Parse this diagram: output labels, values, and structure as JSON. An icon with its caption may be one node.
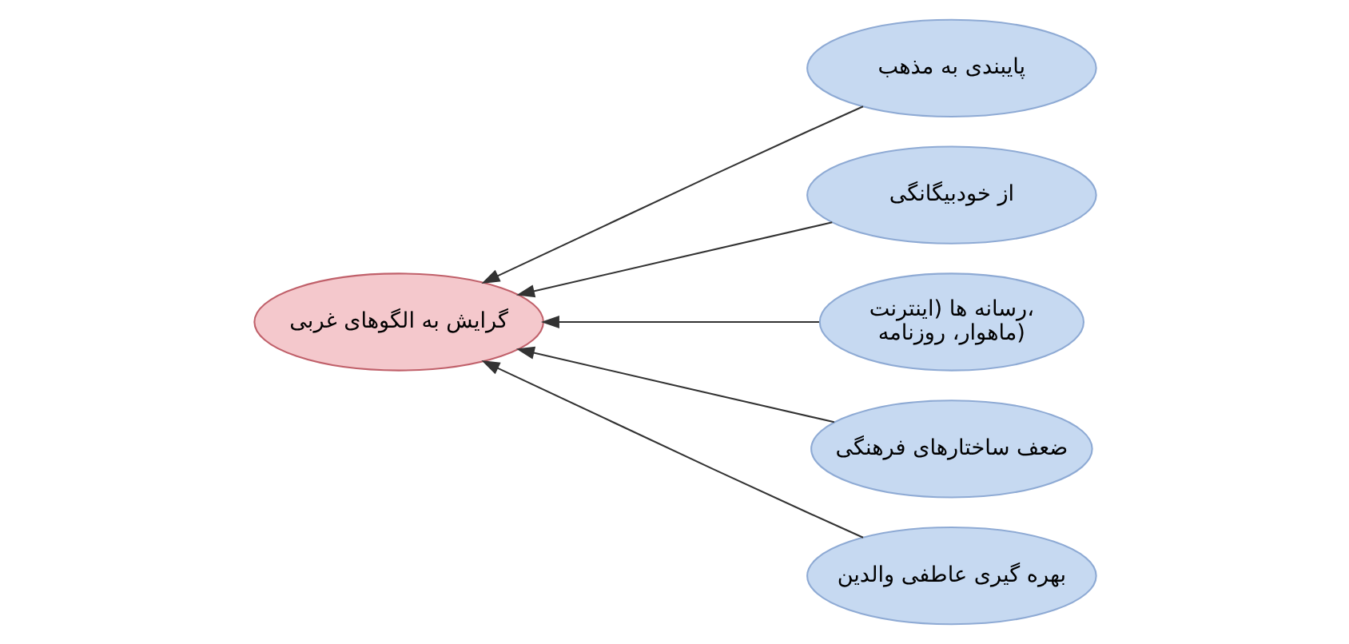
{
  "diagram": {
    "nodes": [
      {
        "text": [
          "پایبندی به مذهب"
        ]
      },
      {
        "text": [
          "از خودبیگانگی"
        ]
      },
      {
        "text": [
          "رسانه ها (اینترنت، ماهوار، روزنامه)"
        ]
      },
      {
        "text": [
          "ضعف ساختارهای فرهنگی"
        ]
      },
      {
        "text": [
          "بهره گیری عاطفی والدین"
        ]
      },
      {
        "text": [
          "گرایش به الگوهای غربی"
        ]
      }
    ],
    "edges": [
      {
        "from": 0,
        "to": 5,
        "arrow": "to"
      },
      {
        "from": 1,
        "to": 5,
        "arrow": "to"
      },
      {
        "from": 2,
        "to": 5,
        "arrow": "to"
      },
      {
        "from": 3,
        "to": 5,
        "arrow": "to"
      },
      {
        "from": 4,
        "to": 5,
        "arrow": "to"
      }
    ]
  }
}
